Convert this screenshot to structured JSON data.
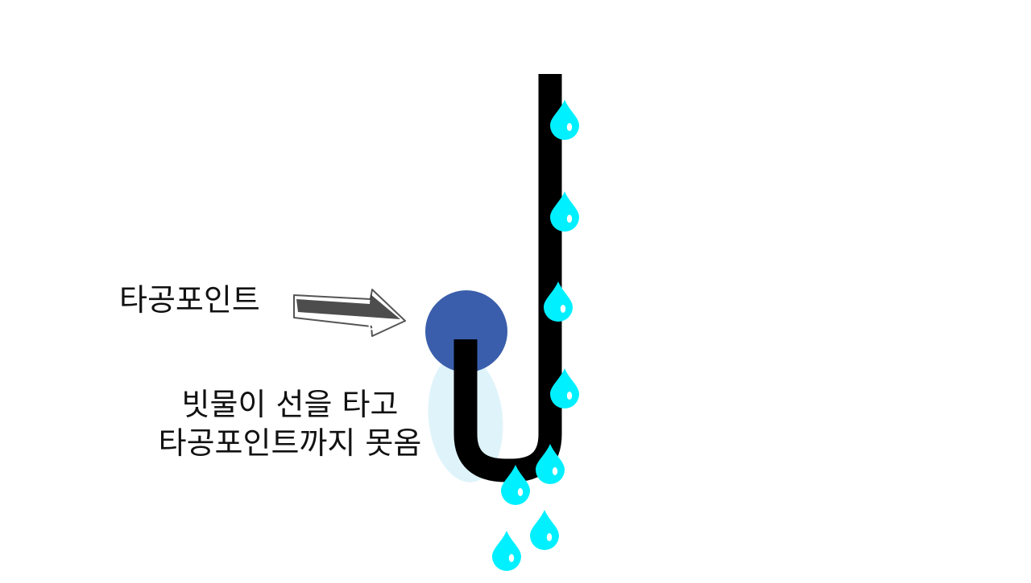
{
  "labels": {
    "target": "타공포인트",
    "description_line1": "빗물이 선을 타고",
    "description_line2": "타공포인트까지 못옴"
  },
  "colors": {
    "pipe": "#000000",
    "drop": "#00f0ff",
    "drop_highlight": "#ffffff",
    "target_circle": "#3a5eab",
    "halo": "#c9ecf7",
    "arrow_fill": "#3a3a3a",
    "arrow_outline": "#555555"
  },
  "icons": {
    "drop": "water-drop-icon",
    "arrow": "right-arrow-icon"
  }
}
